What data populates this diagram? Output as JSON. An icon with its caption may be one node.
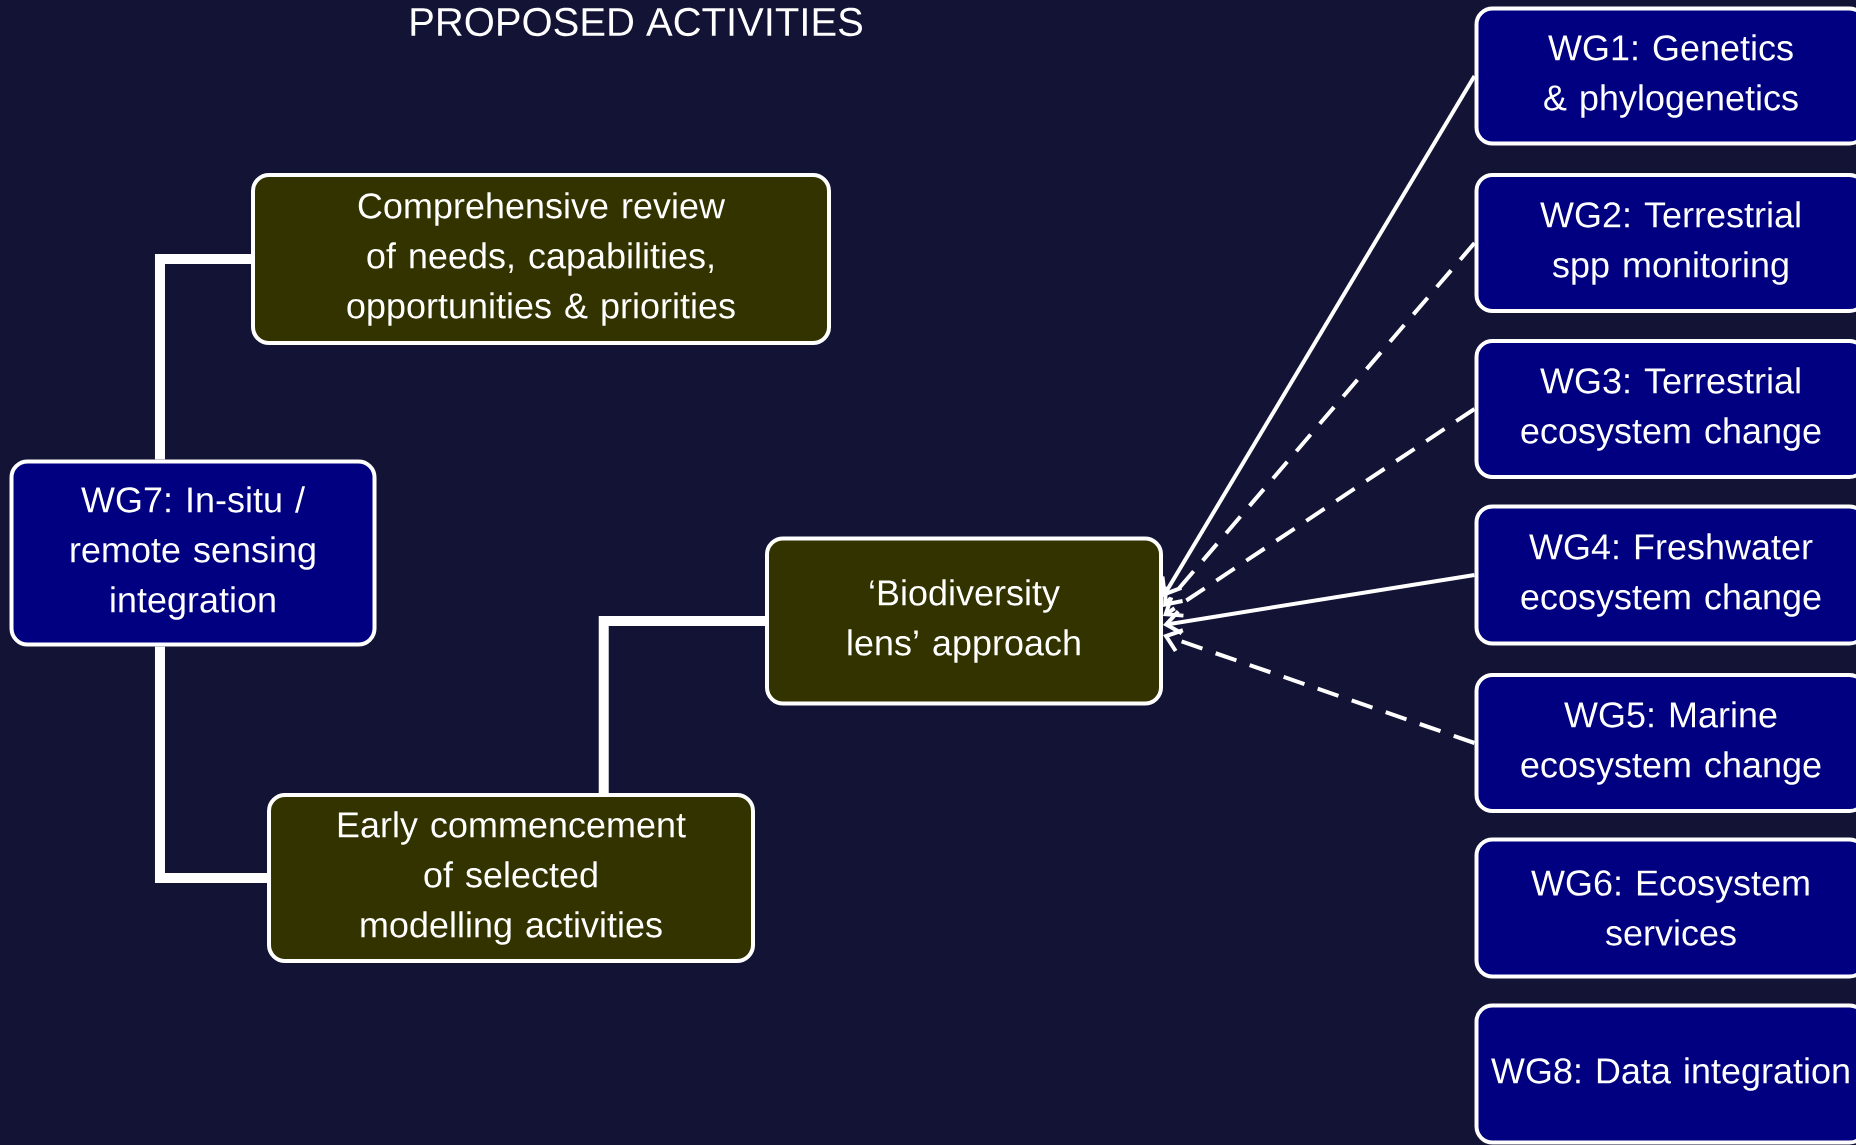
{
  "diagram": {
    "title": "PROPOSED ACTIVITIES",
    "nodes": [
      {
        "text": [
          "Comprehensive review of needs, capabilities, opportunities & priorities"
        ]
      },
      {
        "text": [
          "WG7: In-situ / remote sensing integration"
        ]
      },
      {
        "text": [
          "‘Biodiversity lens’ approach"
        ]
      },
      {
        "text": [
          "Early commencement of selected modelling activities"
        ]
      },
      {
        "text": [
          "WG1: Genetics & phylogenetics"
        ]
      },
      {
        "text": [
          "WG2: Terrestrial spp monitoring"
        ]
      },
      {
        "text": [
          "WG3: Terrestrial ecosystem change"
        ]
      },
      {
        "text": [
          "WG4: Freshwater ecosystem change"
        ]
      },
      {
        "text": [
          "WG5: Marine ecosystem change"
        ]
      },
      {
        "text": [
          "WG6: Ecosystem services"
        ]
      },
      {
        "text": [
          "WG8: Data integration"
        ]
      }
    ],
    "edges": [
      {
        "from": 1,
        "to": 0,
        "arrow": "none",
        "style": "thick"
      },
      {
        "from": 1,
        "to": 3,
        "arrow": "none",
        "style": "thick"
      },
      {
        "from": 3,
        "to": 2,
        "arrow": "none",
        "style": "thick"
      },
      {
        "from": 4,
        "to": 2,
        "arrow": "to"
      },
      {
        "from": 5,
        "to": 2,
        "arrow": "to",
        "style": "dashed"
      },
      {
        "from": 6,
        "to": 2,
        "arrow": "to",
        "style": "dashed"
      },
      {
        "from": 7,
        "to": 2,
        "arrow": "to"
      },
      {
        "from": 8,
        "to": 2,
        "arrow": "to",
        "style": "dashed"
      }
    ]
  }
}
